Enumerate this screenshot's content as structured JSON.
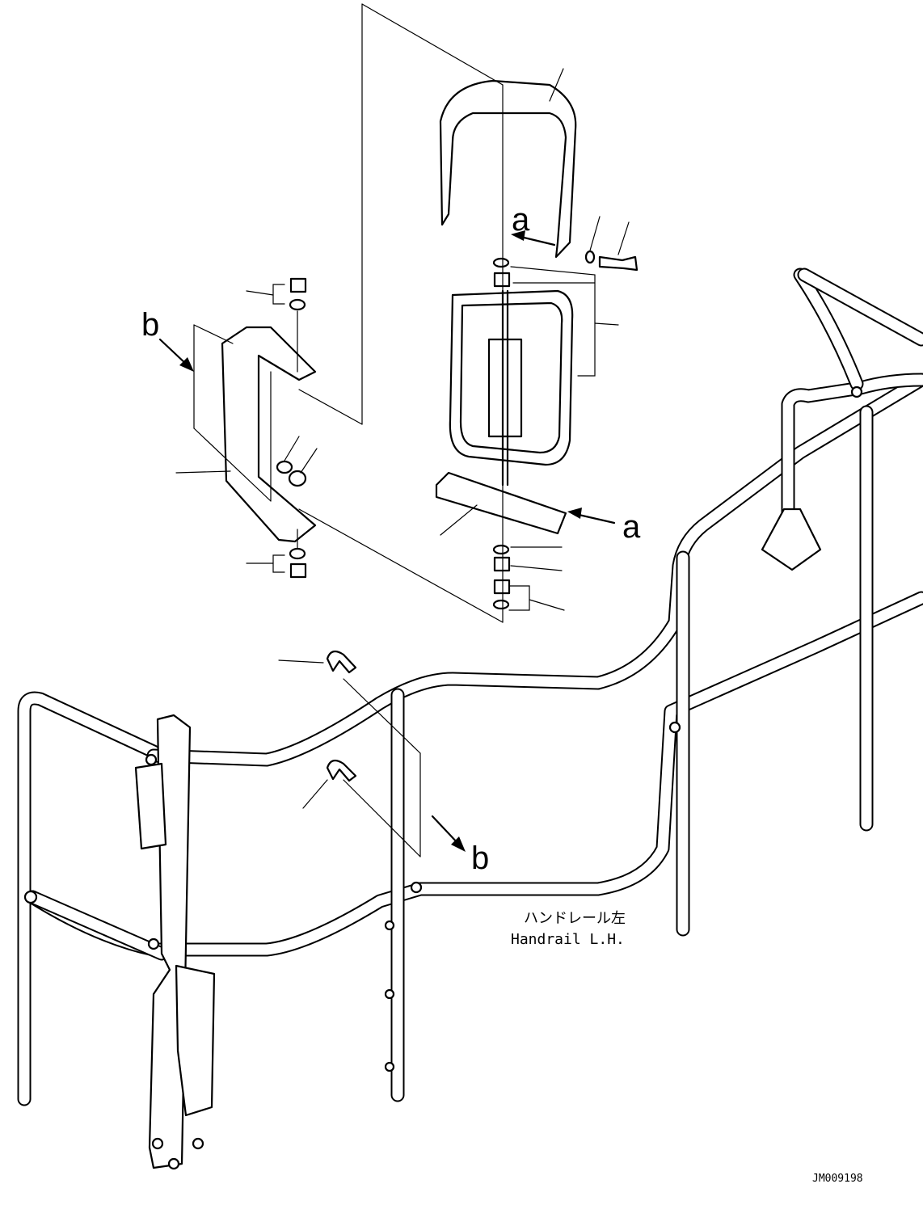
{
  "labels": {
    "view_a_top": "a",
    "view_a_bottom": "a",
    "view_b_left": "b",
    "view_b_bottom": "b"
  },
  "caption": {
    "jp": "ハンドレール左",
    "en": "Handrail L.H."
  },
  "drawing_number": "JM009198"
}
